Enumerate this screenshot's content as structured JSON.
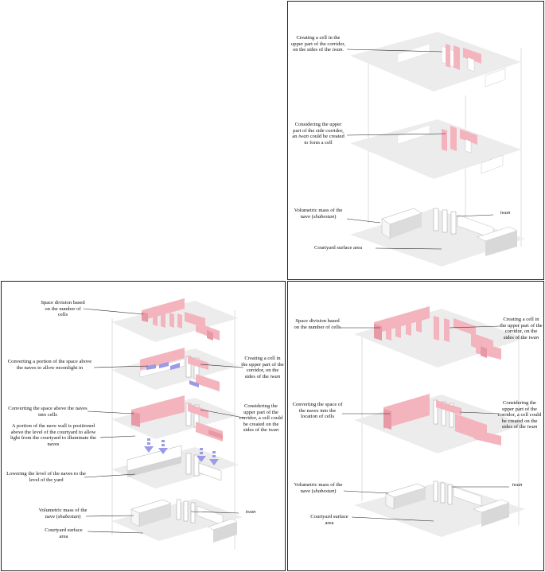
{
  "colors": {
    "pink": "#f4b4bd",
    "pink_dark": "#e79aa6",
    "wall": "#ffffff",
    "wall_shade": "#d6d6d6",
    "slab": "#ececec",
    "arrow": "#9a9ae6"
  },
  "top_panel": {
    "label_cell_a": "Creating a cell in the upper part of the corridor, on the sides of the",
    "label_cell_b": "iwan.",
    "label_side_a": "Considering the upper part of the side corridor, an",
    "label_side_b": "iwan",
    "label_side_c": "could be created to form a cell",
    "label_mass_a": "Volumetric mass of the nave (",
    "label_mass_b": "shabestan",
    "label_mass_c": ")",
    "label_iwan": "iwan",
    "label_courtyard": "Courtyard surface area"
  },
  "bottom_left_panel": {
    "label_division": "Space division based on the number of cells",
    "label_moonlight": "Converting a portion of the space above the naves to allow moonlight in",
    "label_cell_a": "Creating a cell in the upper part of the corridor, on the sides of the",
    "label_cell_b": "iwan",
    "label_convert": "Converting the space above the naves into cells",
    "label_consider_a": "Considering the upper part of the corridor, a cell could be created on the sides of the",
    "label_consider_b": "iwan",
    "label_portion": "A portion of the nave wall is positioned above the level of the courtyard to allow light from the courtyard to illuminate the naves",
    "label_lowering": "Lowering the level of the naves to the level of the yard",
    "label_mass_a": "Volumetric mass of the nave (",
    "label_mass_b": "shabestan",
    "label_mass_c": ")",
    "label_iwan": "iwan",
    "label_courtyard": "Courtyard surface area"
  },
  "bottom_right_panel": {
    "label_division": "Space division based on the number of cells",
    "label_cell_a": "Creating a cell in the upper part of the corridor, on the sides of the",
    "label_cell_b": "iwan",
    "label_convert": "Converting the space of the naves into the location of cells",
    "label_consider_a": "Considering the upper part of the corridor, a cell could be created on the sides of the",
    "label_consider_b": "iwan",
    "label_mass_a": "Volumetric mass of the nave (",
    "label_mass_b": "shabestan",
    "label_mass_c": ")",
    "label_iwan": "iwan",
    "label_courtyard": "Courtyard surface area"
  }
}
